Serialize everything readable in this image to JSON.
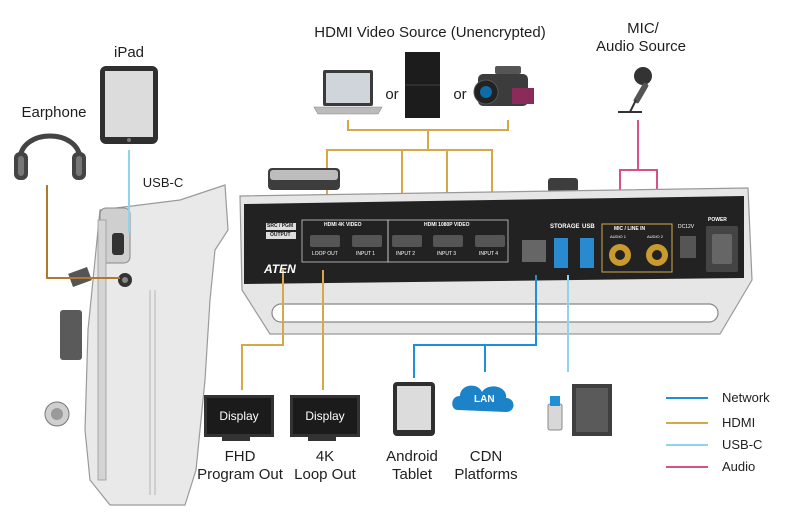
{
  "labels": {
    "hdmi_source": "HDMI Video Source (Unencrypted)",
    "mic_line1": "MIC/",
    "mic_line2": "Audio Source",
    "ipad": "iPad",
    "earphone": "Earphone",
    "usbc": "USB-C",
    "or1": "or",
    "or2": "or",
    "fhd_line1": "FHD",
    "fhd_line2": "Program Out",
    "k4_line1": "4K",
    "k4_line2": "Loop Out",
    "android_line1": "Android",
    "android_line2": "Tablet",
    "cdn_line1": "CDN",
    "cdn_line2": "Platforms",
    "display1": "Display",
    "display2": "Display",
    "lan": "LAN",
    "brand": "ATEN"
  },
  "panel_labels": {
    "src_pgm": "SRC / PGM",
    "output": "OUTPUT",
    "hdmi4k": "HDMI 4K VIDEO",
    "hdmi1080": "HDMI 1080P VIDEO",
    "input1": "INPUT 1",
    "input2": "INPUT 2",
    "input3": "INPUT 3",
    "input4": "INPUT 4",
    "loop_out": "LOOP OUT",
    "storage": "STORAGE",
    "usb": "USB",
    "mic_line_in": "MIC / LINE IN",
    "audio1": "AUDIO 1",
    "audio2": "AUDIO 2",
    "dc12v": "DC12V",
    "power": "POWER"
  },
  "legend": [
    {
      "label": "Network",
      "color": "#1f8fd6"
    },
    {
      "label": "HDMI",
      "color": "#d6a84a"
    },
    {
      "label": "USB-C",
      "color": "#8fd3ec"
    },
    {
      "label": "Audio",
      "color": "#d8508a"
    }
  ]
}
